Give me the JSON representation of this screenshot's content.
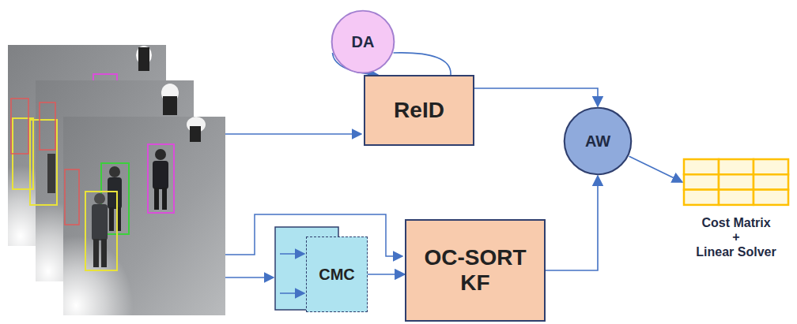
{
  "diagram": {
    "nodes": [
      {
        "text": [
          "DA"
        ]
      },
      {
        "text": [
          "ReID"
        ]
      },
      {
        "text": [
          "CMC"
        ]
      },
      {
        "text": [
          "OC-SORT KF"
        ]
      },
      {
        "text": [
          "AW"
        ]
      },
      {
        "text": [
          "Cost Matrix",
          "+",
          "Linear Solver"
        ]
      }
    ],
    "edges": [
      {
        "from": 0,
        "to": 1,
        "arrow": "to"
      },
      {
        "from": 1,
        "to": 0,
        "arrow": "none"
      },
      {
        "from": 2,
        "to": 3,
        "arrow": "to"
      },
      {
        "from": 1,
        "to": 4,
        "arrow": "to"
      },
      {
        "from": 3,
        "to": 4,
        "arrow": "to"
      },
      {
        "from": 4,
        "to": 5,
        "arrow": "to"
      }
    ]
  }
}
